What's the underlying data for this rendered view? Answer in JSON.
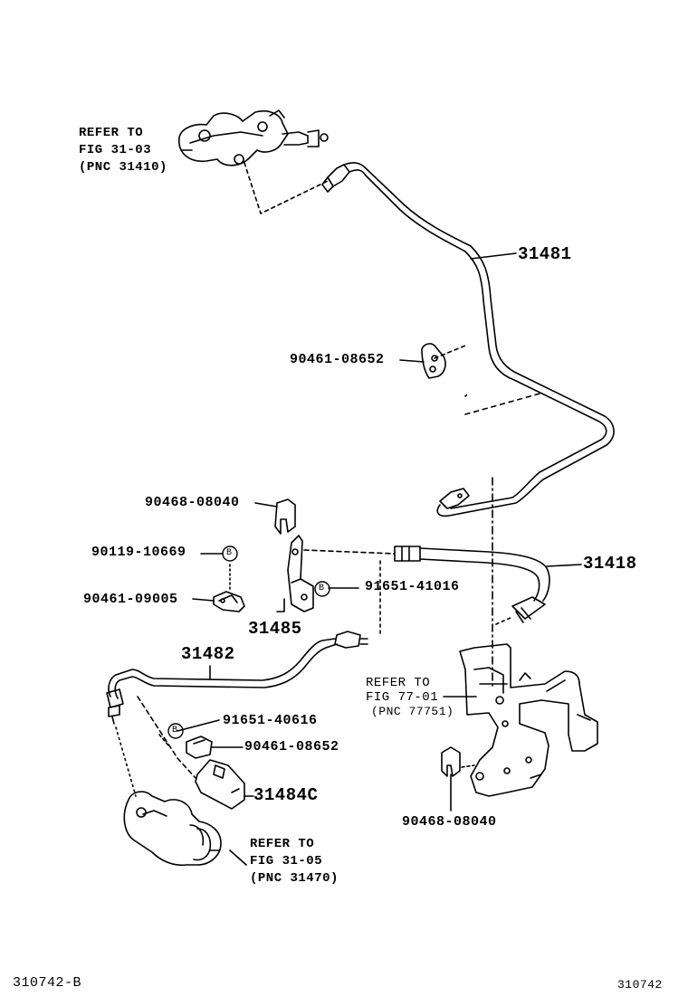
{
  "diagram": {
    "refs": {
      "top": [
        "REFER TO",
        "FIG 31-03",
        "(PNC 31410)"
      ],
      "middle": [
        "REFER TO",
        "FIG 77-01",
        "(PNC 77751)"
      ],
      "bottom": [
        "REFER TO",
        "FIG  31-05",
        "(PNC 31470)"
      ]
    },
    "parts": {
      "tube_upper": "31481",
      "clip_upper": "90461-08652",
      "clip_left_top": "90468-08040",
      "bolt_left": "90119-10669",
      "clamp_left": "90461-09005",
      "bracket_left": "31485",
      "bolt_right": "91651-41016",
      "hose_right": "31418",
      "tube_lower": "31482",
      "bolt_lower": "91651-40616",
      "clip_lower": "90461-08652",
      "bracket_lower": "31484C",
      "clip_bottom_right": "90468-08040"
    },
    "bolt_marker": "B",
    "footer_left": "310742-B",
    "footer_right": "310742"
  }
}
